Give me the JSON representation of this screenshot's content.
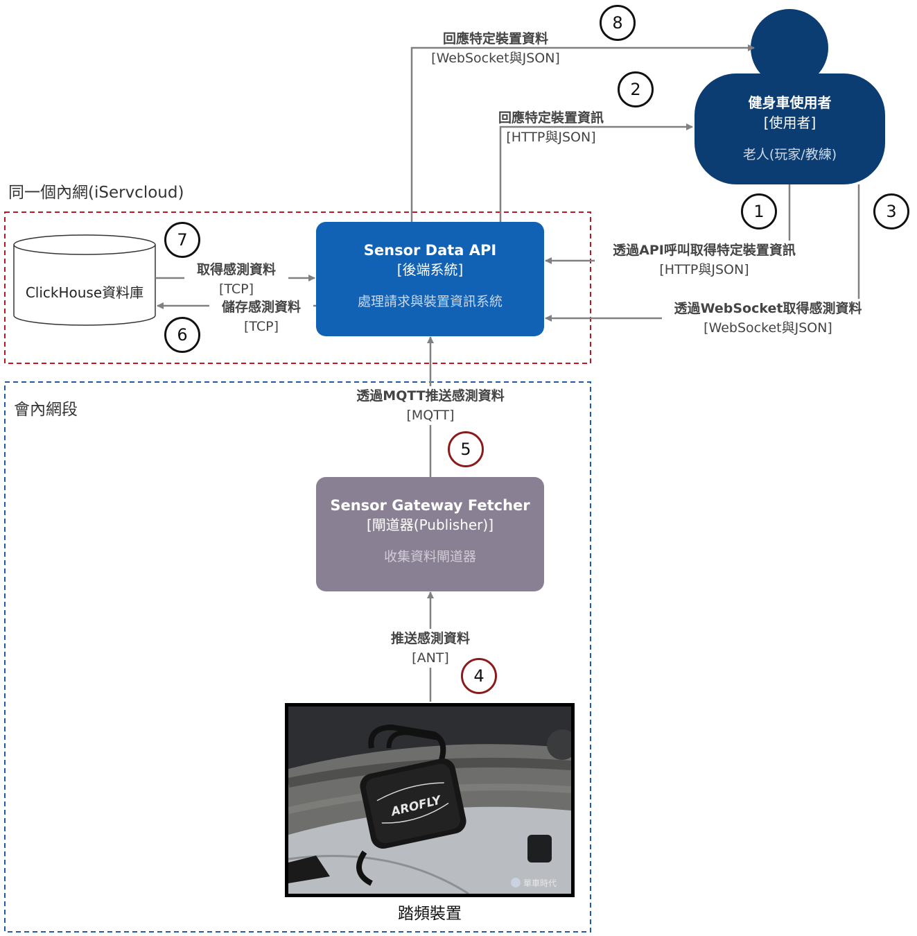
{
  "boundaries": {
    "intranet_label": "同一個內網(iServcloud)",
    "segment_label": "會內網段"
  },
  "user": {
    "title": "健身車使用者",
    "tech": "[使用者]",
    "desc": "老人(玩家/教練)"
  },
  "api": {
    "title": "Sensor Data API",
    "tech": "[後端系統]",
    "desc": "處理請求與裝置資訊系統"
  },
  "gateway": {
    "title": "Sensor Gateway Fetcher",
    "tech": "[閘道器(Publisher)]",
    "desc": "收集資料閘道器"
  },
  "database": {
    "label": "ClickHouse資料庫"
  },
  "device": {
    "label": "踏頻裝置",
    "brand": "AROFLY",
    "watermark": "單車時代"
  },
  "edges": {
    "e1": {
      "label_pre": "透過",
      "label_bold": "API",
      "label_post": "呼叫取得特定裝置資訊",
      "tech": "[HTTP與JSON]",
      "step": "1"
    },
    "e2": {
      "label": "回應特定裝置資訊",
      "tech": "[HTTP與JSON]",
      "step": "2"
    },
    "e3": {
      "label_pre": "透過",
      "label_bold": "WebSocket",
      "label_post": "取得感測資料",
      "tech": "[WebSocket與JSON]",
      "step": "3"
    },
    "e4": {
      "label": "推送感測資料",
      "tech": "[ANT]",
      "step": "4"
    },
    "e5": {
      "label_pre": "透過",
      "label_bold": "MQTT",
      "label_post": "推送感測資料",
      "tech": "[MQTT]",
      "step": "5"
    },
    "e6": {
      "label": "儲存感測資料",
      "tech": "[TCP]",
      "step": "6"
    },
    "e7": {
      "label": "取得感測資料",
      "tech": "[TCP]",
      "step": "7"
    },
    "e8": {
      "label": "回應特定裝置資料",
      "tech": "[WebSocket與JSON]",
      "step": "8"
    }
  },
  "colors": {
    "user": "#0b3d73",
    "api": "#1162b5",
    "gateway": "#8a8094",
    "intranet_border": "#c0141f",
    "segment_border": "#1c5aa6",
    "arrow": "#808080",
    "step_red": "#8b1a1a"
  }
}
